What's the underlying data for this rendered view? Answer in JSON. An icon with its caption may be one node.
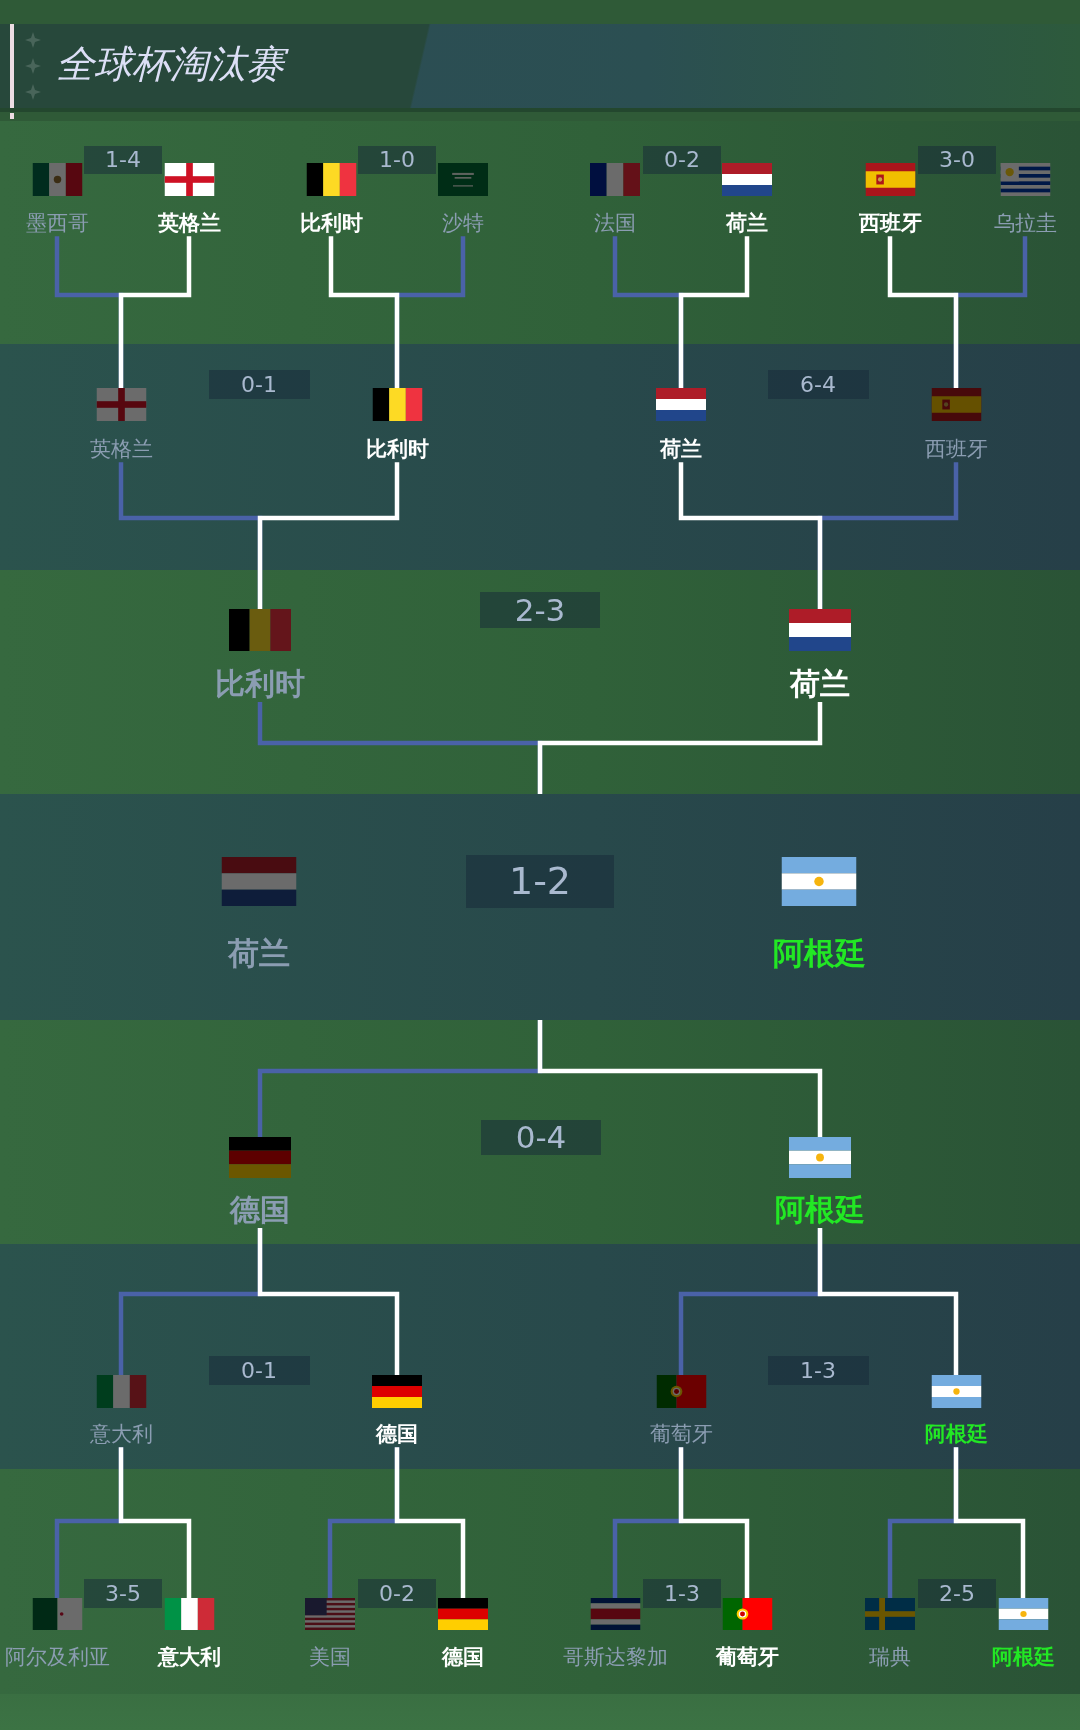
{
  "diagram": {
    "title": "全球杯淘汰赛",
    "nodes": [
      {
        "text": [],
        "shape": "band"
      },
      {
        "text": [
          "墨西哥"
        ],
        "in": 0
      },
      {
        "text": [
          "1-4"
        ],
        "in": 0
      },
      {
        "text": [
          "英格兰"
        ],
        "in": 0
      },
      {
        "text": [
          "比利时"
        ],
        "in": 0
      },
      {
        "text": [
          "1-0"
        ],
        "in": 0
      },
      {
        "text": [
          "沙特"
        ],
        "in": 0
      },
      {
        "text": [
          "法国"
        ],
        "in": 0
      },
      {
        "text": [
          "0-2"
        ],
        "in": 0
      },
      {
        "text": [
          "荷兰"
        ],
        "in": 0
      },
      {
        "text": [
          "西班牙"
        ],
        "in": 0
      },
      {
        "text": [
          "3-0"
        ],
        "in": 0
      },
      {
        "text": [
          "乌拉圭"
        ],
        "in": 0
      },
      {
        "text": [],
        "shape": "band"
      },
      {
        "text": [
          "英格兰"
        ],
        "in": 13
      },
      {
        "text": [
          "0-1"
        ],
        "in": 13
      },
      {
        "text": [
          "比利时"
        ],
        "in": 13
      },
      {
        "text": [
          "荷兰"
        ],
        "in": 13
      },
      {
        "text": [
          "6-4"
        ],
        "in": 13
      },
      {
        "text": [
          "西班牙"
        ],
        "in": 13
      },
      {
        "text": [],
        "shape": "band"
      },
      {
        "text": [
          "比利时"
        ],
        "in": 20
      },
      {
        "text": [
          "2-3"
        ],
        "in": 20
      },
      {
        "text": [
          "荷兰"
        ],
        "in": 20
      },
      {
        "text": [],
        "shape": "band"
      },
      {
        "text": [
          "荷兰"
        ],
        "in": 24
      },
      {
        "text": [
          "1-2"
        ],
        "in": 24
      },
      {
        "text": [
          "阿根廷"
        ],
        "in": 24
      },
      {
        "text": [],
        "shape": "band"
      },
      {
        "text": [
          "德国"
        ],
        "in": 28
      },
      {
        "text": [
          "0-4"
        ],
        "in": 28
      },
      {
        "text": [
          "阿根廷"
        ],
        "in": 28
      },
      {
        "text": [],
        "shape": "band"
      },
      {
        "text": [
          "意大利"
        ],
        "in": 32
      },
      {
        "text": [
          "0-1"
        ],
        "in": 32
      },
      {
        "text": [
          "德国"
        ],
        "in": 32
      },
      {
        "text": [
          "葡萄牙"
        ],
        "in": 32
      },
      {
        "text": [
          "1-3"
        ],
        "in": 32
      },
      {
        "text": [
          "阿根廷"
        ],
        "in": 32
      },
      {
        "text": [],
        "shape": "band"
      },
      {
        "text": [
          "阿尔及利亚"
        ],
        "in": 39
      },
      {
        "text": [
          "3-5"
        ],
        "in": 39
      },
      {
        "text": [
          "意大利"
        ],
        "in": 39
      },
      {
        "text": [
          "美国"
        ],
        "in": 39
      },
      {
        "text": [
          "0-2"
        ],
        "in": 39
      },
      {
        "text": [
          "德国"
        ],
        "in": 39
      },
      {
        "text": [
          "哥斯达黎加"
        ],
        "in": 39
      },
      {
        "text": [
          "1-3"
        ],
        "in": 39
      },
      {
        "text": [
          "葡萄牙"
        ],
        "in": 39
      },
      {
        "text": [
          "瑞典"
        ],
        "in": 39
      },
      {
        "text": [
          "2-5"
        ],
        "in": 39
      },
      {
        "text": [
          "阿根廷"
        ],
        "in": 39
      }
    ],
    "edges": [
      {
        "from": 1,
        "to": 14,
        "arrow": "none",
        "color": "#4a62a8"
      },
      {
        "from": 3,
        "to": 14,
        "arrow": "none",
        "color": "#ffffff"
      },
      {
        "from": 6,
        "to": 16,
        "arrow": "none",
        "color": "#4a62a8"
      },
      {
        "from": 4,
        "to": 16,
        "arrow": "none",
        "color": "#ffffff"
      },
      {
        "from": 7,
        "to": 17,
        "arrow": "none",
        "color": "#4a62a8"
      },
      {
        "from": 9,
        "to": 17,
        "arrow": "none",
        "color": "#ffffff"
      },
      {
        "from": 12,
        "to": 19,
        "arrow": "none",
        "color": "#4a62a8"
      },
      {
        "from": 10,
        "to": 19,
        "arrow": "none",
        "color": "#ffffff"
      },
      {
        "from": 14,
        "to": 21,
        "arrow": "none",
        "color": "#4a62a8"
      },
      {
        "from": 16,
        "to": 21,
        "arrow": "none",
        "color": "#ffffff"
      },
      {
        "from": 19,
        "to": 23,
        "arrow": "none",
        "color": "#4a62a8"
      },
      {
        "from": 17,
        "to": 23,
        "arrow": "none",
        "color": "#ffffff"
      },
      {
        "from": 21,
        "to": 24,
        "arrow": "none",
        "color": "#4a62a8"
      },
      {
        "from": 23,
        "to": 24,
        "arrow": "none",
        "color": "#ffffff"
      },
      {
        "from": 29,
        "to": 24,
        "arrow": "none",
        "color": "#4a62a8"
      },
      {
        "from": 31,
        "to": 24,
        "arrow": "none",
        "color": "#ffffff"
      },
      {
        "from": 33,
        "to": 29,
        "arrow": "none",
        "color": "#4a62a8"
      },
      {
        "from": 35,
        "to": 29,
        "arrow": "none",
        "color": "#ffffff"
      },
      {
        "from": 36,
        "to": 31,
        "arrow": "none",
        "color": "#4a62a8"
      },
      {
        "from": 38,
        "to": 31,
        "arrow": "none",
        "color": "#ffffff"
      },
      {
        "from": 40,
        "to": 33,
        "arrow": "none",
        "color": "#4a62a8"
      },
      {
        "from": 42,
        "to": 33,
        "arrow": "none",
        "color": "#ffffff"
      },
      {
        "from": 43,
        "to": 35,
        "arrow": "none",
        "color": "#4a62a8"
      },
      {
        "from": 45,
        "to": 35,
        "arrow": "none",
        "color": "#ffffff"
      },
      {
        "from": 46,
        "to": 36,
        "arrow": "none",
        "color": "#4a62a8"
      },
      {
        "from": 48,
        "to": 36,
        "arrow": "none",
        "color": "#ffffff"
      },
      {
        "from": 49,
        "to": 38,
        "arrow": "none",
        "color": "#4a62a8"
      },
      {
        "from": 51,
        "to": 38,
        "arrow": "none",
        "color": "#ffffff"
      }
    ]
  }
}
